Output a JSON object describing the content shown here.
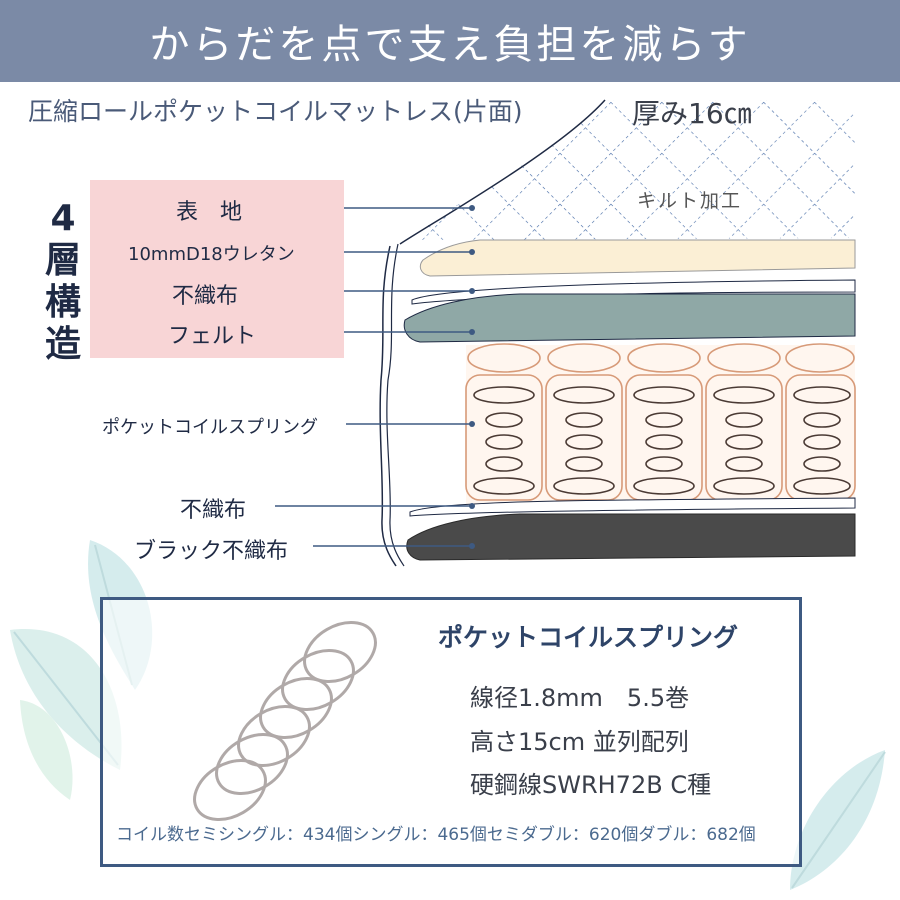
{
  "banner": {
    "title": "からだを点で支え負担を減らす"
  },
  "product": {
    "name": "圧縮ロールポケットコイルマットレス(片面)",
    "thickness": "厚み16㎝"
  },
  "quilt": {
    "label": "キルト加工"
  },
  "layer_group": {
    "label": "4層構造"
  },
  "layers": {
    "surface": "表　地",
    "urethane": "10mmD18ウレタン",
    "nonwoven_top": "不織布",
    "felt": "フェルト",
    "pocket_coil": "ポケットコイルスプリング",
    "nonwoven_bottom": "不織布",
    "black_nonwoven": "ブラック不織布"
  },
  "spec": {
    "title": "ポケットコイルスプリング",
    "wire": "線径1.8mm　5.5巻",
    "height": "高さ15cm 並列配列",
    "material": "硬鋼線SWRH72B C種",
    "coil_count": "コイル数セミシングル：434個シングル：465個セミダブル：620個ダブル：682個"
  },
  "colors": {
    "banner": "#7b8aa6",
    "pink_box": "#f8d5d6",
    "felt": "#8fa8a6",
    "black_layer": "#4a4a4a",
    "urethane": "#fbefd5",
    "spec_border": "#3e5a82",
    "coil_copper": "#d79a78",
    "leaf": "#bfe0e0"
  }
}
